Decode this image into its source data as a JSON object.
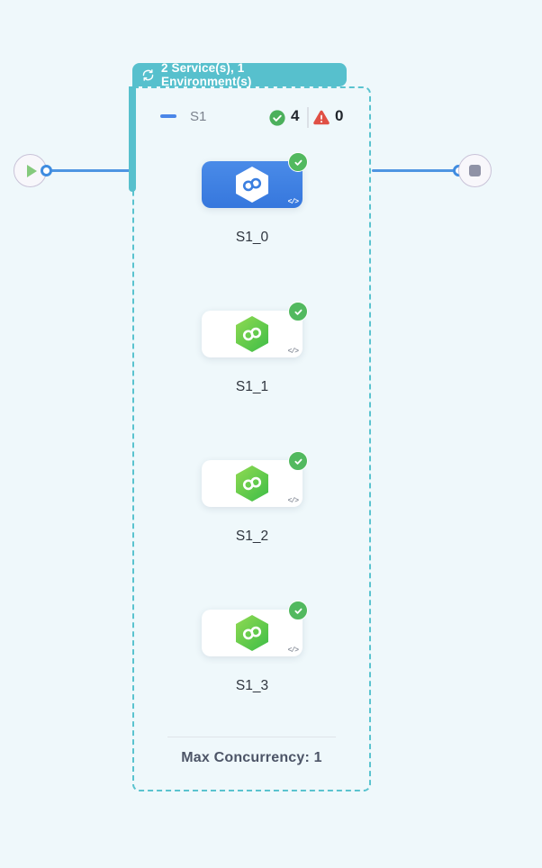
{
  "stage_badge": {
    "label": "2 Service(s), 1 Environment(s)",
    "icon": "loop-icon"
  },
  "stage": {
    "name": "S1",
    "success_count": "4",
    "error_count": "0",
    "max_concurrency_label": "Max Concurrency: 1"
  },
  "nodes": [
    {
      "label": "S1_0",
      "selected": true,
      "status": "success",
      "code_icon": "</>"
    },
    {
      "label": "S1_1",
      "selected": false,
      "status": "success",
      "code_icon": "</>"
    },
    {
      "label": "S1_2",
      "selected": false,
      "status": "success",
      "code_icon": "</>"
    },
    {
      "label": "S1_3",
      "selected": false,
      "status": "success",
      "code_icon": "</>"
    }
  ],
  "colors": {
    "background": "#EFF8FB",
    "accent_teal": "#57C0CD",
    "connector_blue": "#4E95E2",
    "selected_blue": "#3B7FE0",
    "success_green": "#52B95F",
    "error_red": "#E05045",
    "node_green_start": "#90DA52",
    "node_green_end": "#3DBD47"
  }
}
